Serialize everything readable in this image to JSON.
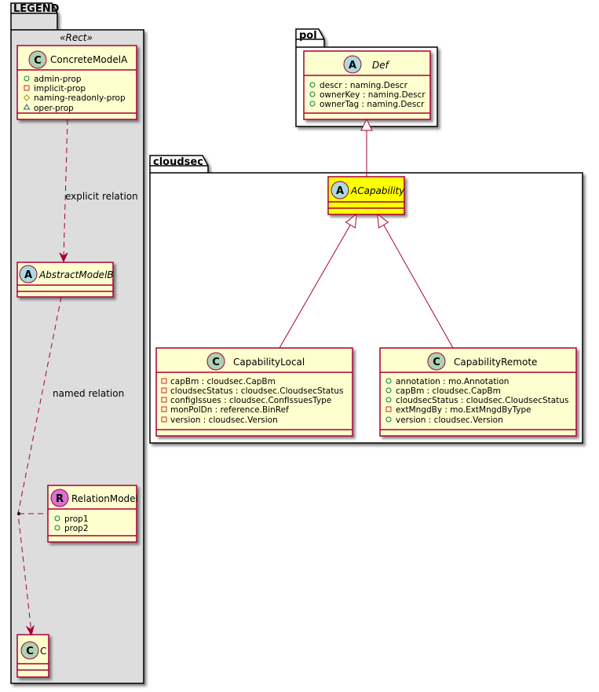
{
  "colors": {
    "class_fill": "#FEFECE",
    "class_border": "#A80036",
    "highlight_fill": "#FFFF00",
    "legend_fill": "#DDDDDD",
    "circle_class": "#ADD1B2",
    "circle_abstract": "#A9DCDF",
    "circle_relation": "#DA70D6",
    "vis_public": "#038048",
    "vis_private": "#C82930",
    "vis_protected": "#B38D22",
    "vis_package": "#1963A0"
  },
  "legend": {
    "package_name": "LEGEND",
    "stereotype": "«Rect»",
    "concrete": {
      "letter": "C",
      "name": "ConcreteModelA",
      "attributes": [
        {
          "visibility": "public",
          "text": "admin-prop"
        },
        {
          "visibility": "private",
          "text": "implicit-prop"
        },
        {
          "visibility": "protected",
          "text": "naming-readonly-prop"
        },
        {
          "visibility": "package",
          "text": "oper-prop"
        }
      ]
    },
    "explicit_relation_label": "explicit relation",
    "abstract": {
      "letter": "A",
      "name": "AbstractModelB"
    },
    "named_relation_label": "named relation",
    "relation_model": {
      "letter": "R",
      "name": "RelationModel",
      "attributes": [
        {
          "visibility": "public",
          "text": "prop1"
        },
        {
          "visibility": "public",
          "text": "prop2"
        }
      ]
    },
    "target": {
      "letter": "C",
      "name": "C"
    }
  },
  "pol": {
    "package_name": "pol",
    "def": {
      "letter": "A",
      "name": "Def",
      "attributes": [
        {
          "visibility": "public",
          "text": "descr : naming.Descr"
        },
        {
          "visibility": "public",
          "text": "ownerKey : naming.Descr"
        },
        {
          "visibility": "public",
          "text": "ownerTag : naming.Descr"
        }
      ]
    }
  },
  "cloudsec": {
    "package_name": "cloudsec",
    "acapability": {
      "letter": "A",
      "name": "ACapability"
    },
    "local": {
      "letter": "C",
      "name": "CapabilityLocal",
      "attributes": [
        {
          "visibility": "private",
          "text": "capBm : cloudsec.CapBm"
        },
        {
          "visibility": "private",
          "text": "cloudsecStatus : cloudsec.CloudsecStatus"
        },
        {
          "visibility": "private",
          "text": "configIssues : cloudsec.ConfIssuesType"
        },
        {
          "visibility": "private",
          "text": "monPolDn : reference.BinRef"
        },
        {
          "visibility": "private",
          "text": "version : cloudsec.Version"
        }
      ]
    },
    "remote": {
      "letter": "C",
      "name": "CapabilityRemote",
      "attributes": [
        {
          "visibility": "public",
          "text": "annotation : mo.Annotation"
        },
        {
          "visibility": "public",
          "text": "capBm : cloudsec.CapBm"
        },
        {
          "visibility": "public",
          "text": "cloudsecStatus : cloudsec.CloudsecStatus"
        },
        {
          "visibility": "private",
          "text": "extMngdBy : mo.ExtMngdByType"
        },
        {
          "visibility": "public",
          "text": "version : cloudsec.Version"
        }
      ]
    }
  }
}
